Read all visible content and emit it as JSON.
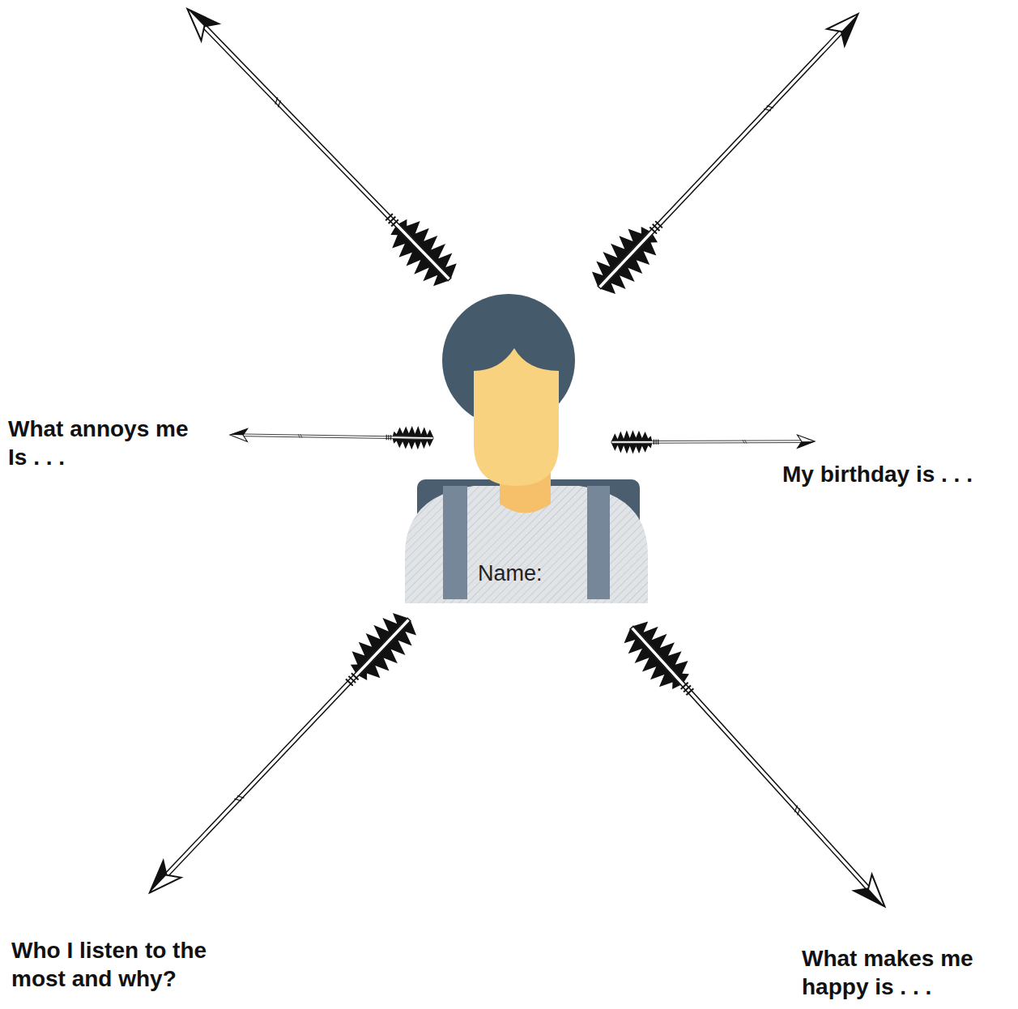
{
  "diagram": {
    "nodes": [
      {
        "text": [
          "Name:"
        ]
      }
    ],
    "labels": [
      "What annoys me Is . . .",
      "My birthday is . . .",
      "Who I listen to the most and why?",
      "What makes me happy is . . ."
    ]
  }
}
